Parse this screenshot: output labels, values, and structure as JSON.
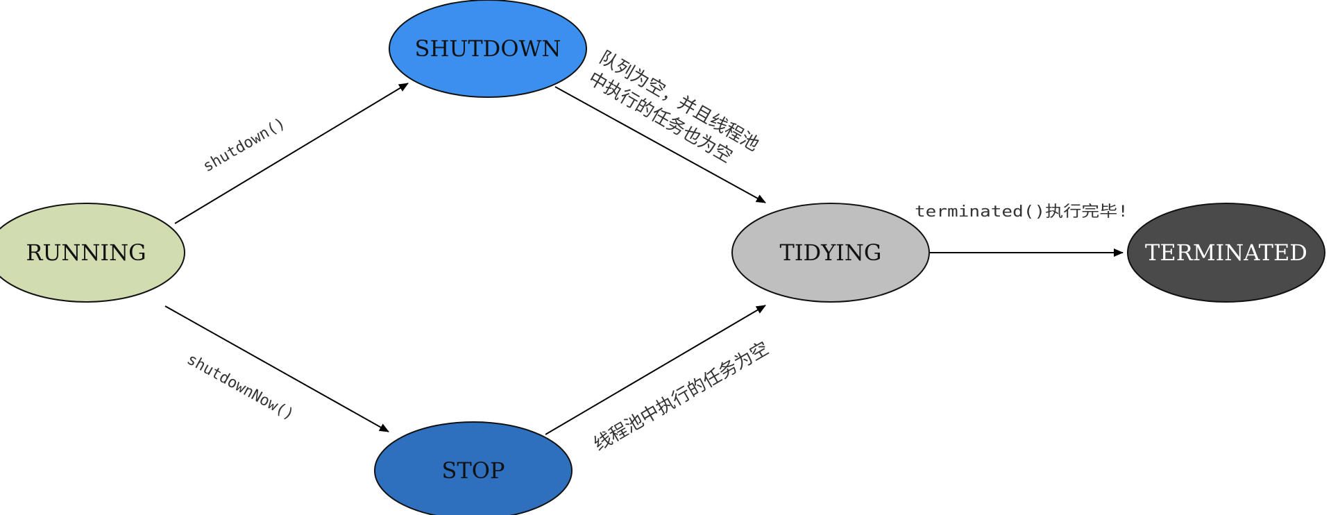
{
  "nodes": {
    "running": {
      "label": "RUNNING",
      "fill": "#d1dcb1",
      "text_color": "#111111"
    },
    "shutdown": {
      "label": "SHUTDOWN",
      "fill": "#3a8fef",
      "text_color": "#111111"
    },
    "stop": {
      "label": "STOP",
      "fill": "#2e6fbe",
      "text_color": "#111111"
    },
    "tidying": {
      "label": "TIDYING",
      "fill": "#bfbfbf",
      "text_color": "#111111"
    },
    "terminated": {
      "label": "TERMINATED",
      "fill": "#4a4a4a",
      "text_color": "#ffffff"
    }
  },
  "edges": {
    "running_to_shutdown": {
      "label": "shutdown()"
    },
    "running_to_stop": {
      "label": "shutdownNow()"
    },
    "shutdown_to_tidying": {
      "label_line1": "队列为空，并且线程池",
      "label_line2": "中执行的任务也为空"
    },
    "stop_to_tidying": {
      "label": "线程池中执行的任务为空"
    },
    "tidying_to_terminated": {
      "label": "terminated()执行完毕!"
    }
  }
}
